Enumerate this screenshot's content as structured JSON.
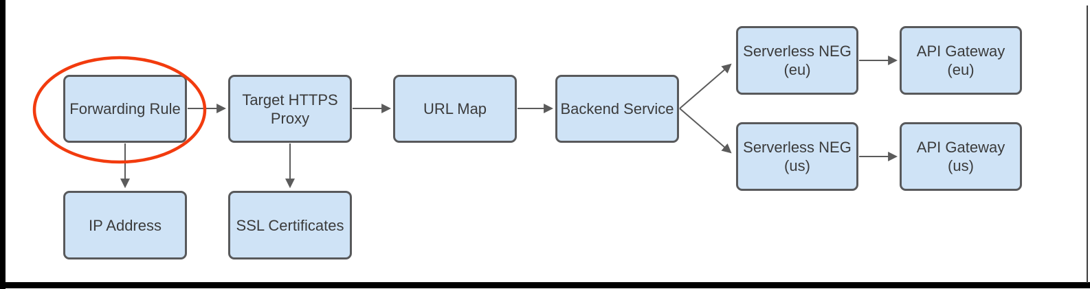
{
  "diagram": {
    "type": "flowchart",
    "nodes": [
      {
        "id": "forwarding-rule",
        "label": "Forwarding Rule"
      },
      {
        "id": "target-https-proxy",
        "label": "Target HTTPS\nProxy"
      },
      {
        "id": "url-map",
        "label": "URL Map"
      },
      {
        "id": "backend-service",
        "label": "Backend Service"
      },
      {
        "id": "serverless-neg-eu",
        "label": "Serverless NEG\n(eu)"
      },
      {
        "id": "api-gateway-eu",
        "label": "API Gateway\n(eu)"
      },
      {
        "id": "serverless-neg-us",
        "label": "Serverless NEG\n(us)"
      },
      {
        "id": "api-gateway-us",
        "label": "API Gateway\n(us)"
      },
      {
        "id": "ip-address",
        "label": "IP Address"
      },
      {
        "id": "ssl-certificates",
        "label": "SSL Certificates"
      }
    ],
    "edges": [
      {
        "from": "forwarding-rule",
        "to": "target-https-proxy"
      },
      {
        "from": "target-https-proxy",
        "to": "url-map"
      },
      {
        "from": "url-map",
        "to": "backend-service"
      },
      {
        "from": "backend-service",
        "to": "serverless-neg-eu"
      },
      {
        "from": "backend-service",
        "to": "serverless-neg-us"
      },
      {
        "from": "serverless-neg-eu",
        "to": "api-gateway-eu"
      },
      {
        "from": "serverless-neg-us",
        "to": "api-gateway-us"
      },
      {
        "from": "forwarding-rule",
        "to": "ip-address"
      },
      {
        "from": "target-https-proxy",
        "to": "ssl-certificates"
      }
    ],
    "highlight": {
      "shape": "ellipse",
      "around": "forwarding-rule",
      "color": "#f23b0e"
    },
    "colors": {
      "node_fill": "#cfe3f6",
      "node_border": "#58595b",
      "arrow": "#5b5b5b",
      "text": "#3b3b3b",
      "highlight": "#f23b0e",
      "frame": "#000000"
    }
  }
}
